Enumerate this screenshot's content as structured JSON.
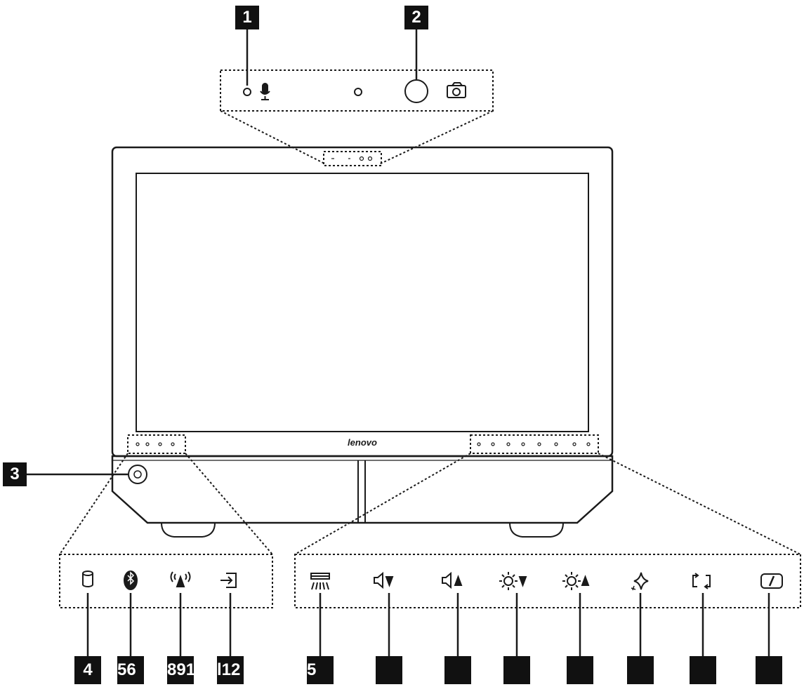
{
  "callouts": {
    "top": [
      "1",
      "2"
    ],
    "side": [
      "3"
    ],
    "left_indicators": [
      "4",
      "56",
      "891",
      "l12"
    ],
    "right_buttons": [
      "5",
      "",
      "",
      "",
      "",
      "",
      "",
      ""
    ]
  },
  "brand_logo": "lenovo",
  "left_panel_icons": [
    "hdd-activity-icon",
    "bluetooth-icon",
    "wireless-icon",
    "input-source-icon"
  ],
  "right_panel_icons": [
    "display-off-icon",
    "volume-down-icon",
    "volume-up-icon",
    "brightness-down-icon",
    "brightness-up-icon",
    "display-mode-icon",
    "rotate-icon",
    "screen-select-icon"
  ],
  "colors": {
    "line": "#1a1a1a",
    "badge": "#111111"
  }
}
